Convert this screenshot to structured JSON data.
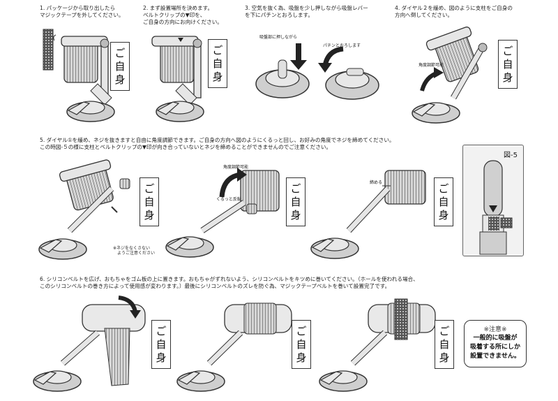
{
  "steps": [
    {
      "num": "1.",
      "text": "パッケージから取り出したら\nマジックテープを外してください。"
    },
    {
      "num": "2.",
      "text": "まず設置場所を決めます。\nベルトクリップの▼印を、\nご自身の方向にお向けください。"
    },
    {
      "num": "3.",
      "text": "空気を抜く為、吸盤を少し押しながら吸盤レバー\nを下にパチンとおろします。"
    },
    {
      "num": "4.",
      "text": "ダイヤル２を緩め、図のように支柱をご自身の\n方向へ倒してください。"
    },
    {
      "num": "5.",
      "text": "ダイヤル①を緩め、ネジを抜きますと自由に角度調節できます。ご自身の方向へ図のようにくるっと回し、お好みの角度でネジを締めてください。\nこの時図-５の様に支柱とベルトクリップの▼印が向き合っていないとネジを締めることができませんのでご注意ください。"
    },
    {
      "num": "6.",
      "text": "シリコンベルトを広げ、おもちゃをゴム板の上に置きます。おもちゃがずれないよう、シリコンベルトをキツめに巻いてください。（ホールを使われる場合、\nこのシリコンベルトの巻き方によって使用感が変わります。）最後にシリコンベルトのズレを防ぐ為、マジックテープベルトを巻いて設置完了です。"
    }
  ],
  "marker_label": [
    "ご",
    "自",
    "身"
  ],
  "labels": {
    "press_suction": "吸盤部に押しながら",
    "snap_down": "パチンとおろします",
    "angle_adjustable_4": "角度調節可能",
    "angle_adjustable_5": "角度調節可能",
    "turn_around": "くるっと反転",
    "tighten": "締める",
    "screw_note": "※ネジをなくさない\n　ようご注意ください"
  },
  "figure5": {
    "title": "図-5"
  },
  "notice": {
    "heading": "※注意※",
    "body": "一般的に吸盤が\n吸着する所にしか\n設置できません。"
  },
  "colors": {
    "line": "#333333",
    "fill_light": "#e6e6e6",
    "fill_mid": "#c4c4c4",
    "fill_dark": "#8e8e8e"
  }
}
